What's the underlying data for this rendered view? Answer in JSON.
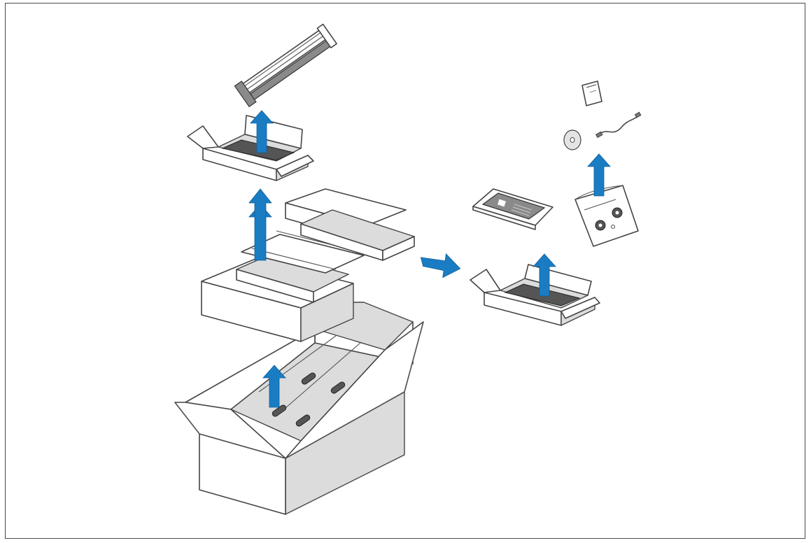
{
  "diagram": {
    "description_colors": {
      "arrow_fill": "#1a7dc4",
      "outline": "#444444",
      "box_shade": "#dcdcdc",
      "background": "#ffffff"
    },
    "items": [
      {
        "name": "rail-kit",
        "icon": "rail-bracket-icon"
      },
      {
        "name": "rail-kit-box",
        "icon": "open-box-icon"
      },
      {
        "name": "foam-insert-top",
        "icon": "foam-icon"
      },
      {
        "name": "shipping-carton",
        "icon": "carton-icon"
      },
      {
        "name": "accessory-box",
        "icon": "open-box-icon"
      },
      {
        "name": "front-bezel",
        "icon": "bezel-icon"
      },
      {
        "name": "accessory-bag",
        "icon": "bag-icon"
      },
      {
        "name": "documentation",
        "icon": "booklet-icon"
      },
      {
        "name": "software-cd",
        "icon": "cd-icon"
      },
      {
        "name": "cable",
        "icon": "cable-icon"
      }
    ],
    "arrows": [
      {
        "name": "lift-rail-kit-arrow",
        "direction": "up"
      },
      {
        "name": "lift-foam-arrow",
        "direction": "up"
      },
      {
        "name": "lift-carton-contents-arrow",
        "direction": "up"
      },
      {
        "name": "lift-accessories-arrow",
        "direction": "up"
      },
      {
        "name": "lift-bag-contents-arrow",
        "direction": "up"
      },
      {
        "name": "move-to-accessory-box-arrow",
        "direction": "right"
      }
    ]
  }
}
